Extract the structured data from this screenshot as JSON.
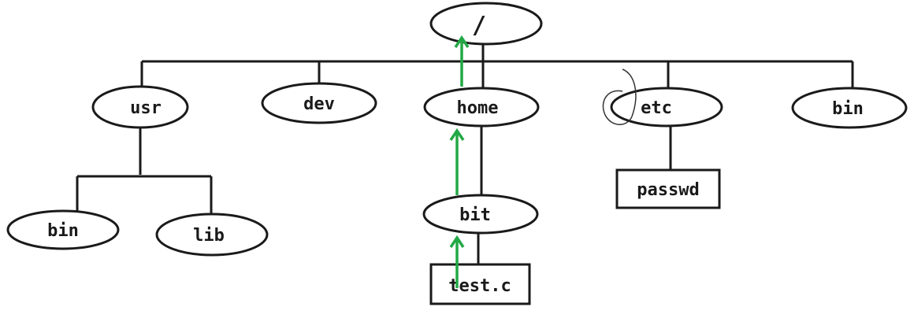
{
  "nodes": {
    "root": "/",
    "usr": "usr",
    "dev": "dev",
    "home": "home",
    "etc": "etc",
    "bin_top": "bin",
    "usr_bin": "bin",
    "usr_lib": "lib",
    "home_bit": "bit",
    "etc_passwd": "passwd",
    "bit_test_c": "test.c"
  },
  "colors": {
    "path_arrow": "#22a845",
    "line": "#1a1a1a"
  }
}
